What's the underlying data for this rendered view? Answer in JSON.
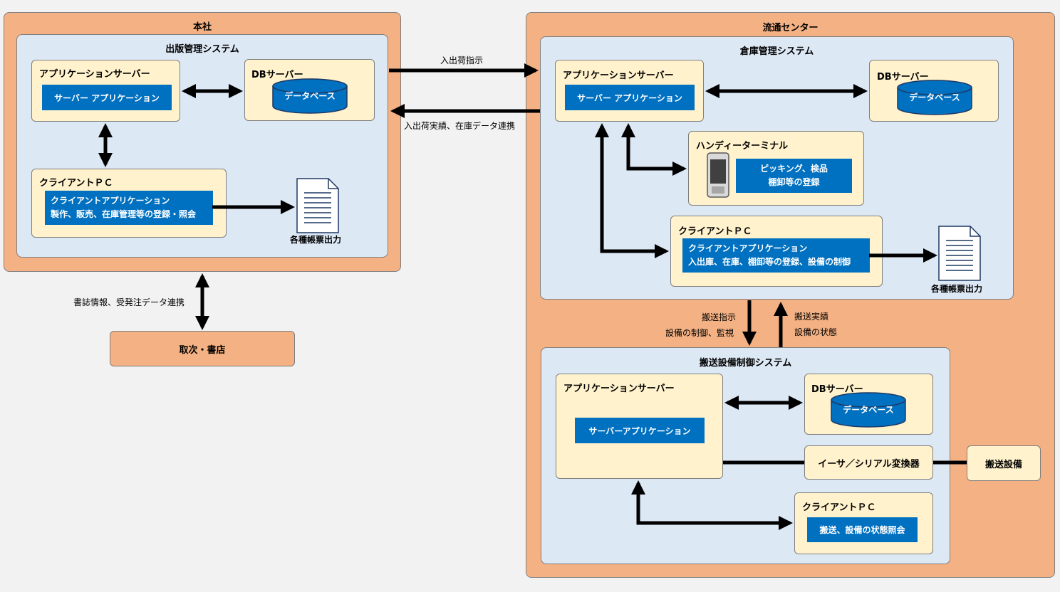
{
  "hq": {
    "title": "本社",
    "system_title": "出版管理システム",
    "app_server": {
      "title": "アプリケーションサーバー",
      "app": "サーバー アプリケーション"
    },
    "db_server": {
      "title": "DBサーバー",
      "db": "データベース"
    },
    "client": {
      "title": "クライアントＰＣ",
      "app_line1": "クライアントアプリケーション",
      "app_line2": "製作、販売、在庫管理等の登録・照会"
    },
    "report": "各種帳票出力"
  },
  "dc": {
    "title": "流通センター",
    "wms": {
      "title": "倉庫管理システム",
      "app_server": {
        "title": "アプリケーションサーバー",
        "app": "サーバー アプリケーション"
      },
      "db_server": {
        "title": "DBサーバー",
        "db": "データベース"
      },
      "handy": {
        "title": "ハンディーターミナル",
        "line1": "ピッキング、検品",
        "line2": "棚卸等の登録"
      },
      "client": {
        "title": "クライアントＰＣ",
        "app_line1": "クライアントアプリケーション",
        "app_line2": "入出庫、在庫、棚卸等の登録、設備の制御"
      },
      "report": "各種帳票出力"
    },
    "conveyor": {
      "title": "搬送設備制御システム",
      "app_server": {
        "title": "アプリケーションサーバー",
        "app": "サーバーアプリケーション"
      },
      "db_server": {
        "title": "DBサーバー",
        "db": "データベース"
      },
      "converter": "イーサ／シリアル変換器",
      "client": {
        "title": "クライアントＰＣ",
        "app": "搬送、設備の状態照会"
      }
    },
    "equipment": "搬送設備"
  },
  "distributor": "取次・書店",
  "flows": {
    "inbound_instruction": "入出荷指示",
    "inbound_result": "入出荷実績、在庫データ連携",
    "book_info": "書誌情報、受発注データ連携",
    "transport_instruction_1": "搬送指示",
    "transport_instruction_2": "設備の制御、監視",
    "transport_result_1": "搬送実績",
    "transport_result_2": "設備の状態"
  },
  "colors": {
    "org": "#f4b183",
    "system": "#dde8f5",
    "server": "#fff2cc",
    "accent": "#0070c0"
  }
}
